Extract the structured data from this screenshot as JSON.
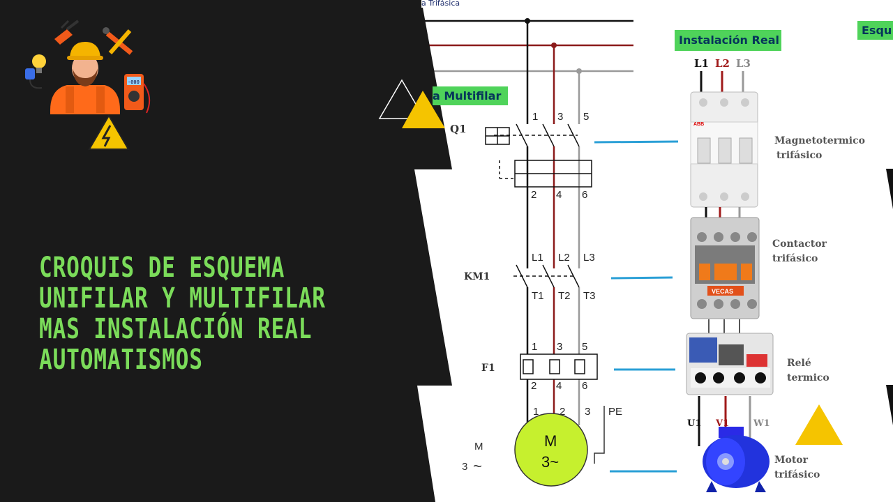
{
  "left_panel": {
    "title_lines": [
      " Croquis de Esquema",
      "Unifilar y multifilar",
      "mas instalación real",
      "automatismos"
    ],
    "icon_names": [
      "electrician-icon",
      "pliers-icon",
      "tools-icon",
      "lightbulb-icon",
      "plug-icon",
      "multimeter-icon",
      "high-voltage-warning-icon"
    ],
    "multimeter_display": "-000",
    "accent": "#7bdc5a",
    "background": "#1a1a1a"
  },
  "diagram": {
    "header_top": "a Trifásica",
    "header_multifilar": "a Multifilar",
    "header_real": "Instalación Real",
    "header_right": "Esqu",
    "q1": "Q1",
    "q1_terminals_top": [
      "1",
      "3",
      "5"
    ],
    "q1_terminals_bottom": [
      "2",
      "4",
      "6"
    ],
    "km1": "KM1",
    "km1_terminals_top": [
      "L1",
      "L2",
      "L3"
    ],
    "km1_terminals_bottom": [
      "T1",
      "T2",
      "T3"
    ],
    "f1": "F1",
    "f1_terminals_top": [
      "1",
      "3",
      "5"
    ],
    "f1_terminals_bottom": [
      "2",
      "4",
      "6"
    ],
    "motor_terminals": [
      "1",
      "2",
      "3"
    ],
    "pe": "PE",
    "motor_symbol_1": "M",
    "motor_symbol_2": "3~",
    "motor_side_1": "M",
    "motor_side_2": "3",
    "motor_side_3": "~",
    "phases": [
      "L1",
      "L2",
      "L3"
    ],
    "motor_phases": [
      "U1",
      "V1",
      "W1"
    ]
  },
  "real": {
    "breaker_brand": "ABB",
    "contactor_brand": "VECAS",
    "labels": {
      "magneto": [
        "Magnetotermico",
        "trifásico"
      ],
      "contactor": [
        "Contactor",
        "trifásico"
      ],
      "rele": [
        "Relé",
        "termico"
      ],
      "motor": [
        "Motor",
        "trifásico"
      ]
    }
  },
  "colors": {
    "phase1": "#111111",
    "phase2": "#8b1a1a",
    "phase3": "#9a9a9a",
    "connector": "#2a9fd6",
    "warning": "#f5c400",
    "motor_fill": "#c6f02e",
    "header_green": "#4fd35a"
  }
}
